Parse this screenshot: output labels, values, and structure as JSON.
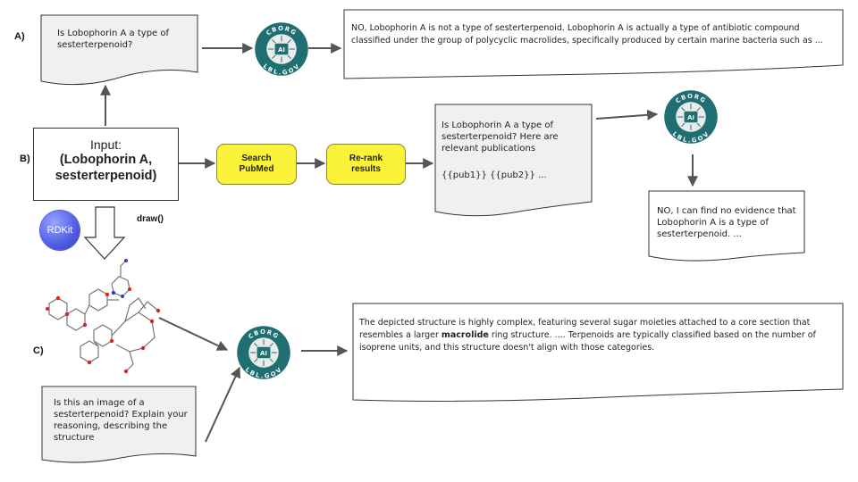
{
  "labels": {
    "a": "A)",
    "b": "B)",
    "c": "C)"
  },
  "row_a": {
    "question": "Is Lobophorin A a type of sesterterpenoid?",
    "response": "NO, Lobophorin A is not a type of sesterterpenoid. Lobophorin A is actually a type of antibiotic compound classified under the group of polycyclic macrolides, specifically produced by certain marine bacteria such as ..."
  },
  "row_b": {
    "input_title": "Input:",
    "input_line1": "(Lobophorin A,",
    "input_line2": "sesterterpenoid)",
    "search_label": "Search PubMed",
    "rerank_label": "Re-rank results",
    "prompt_text": "Is Lobophorin A a type of sesterterpenoid? Here are relevant publications",
    "prompt_pubs": "{{pub1}} {{pub2}} ...",
    "response": "NO, I can find no evidence that Lobophorin A is a type of sesterterpenoid. ..."
  },
  "row_c": {
    "rdkit_label": "RDKit",
    "draw_label": "draw()",
    "question": "Is this an image of a sesterterpenoid? Explain your reasoning, describing the structure",
    "response_before": "The depicted structure is highly complex, featuring several sugar moieties attached to a core section that resembles a larger ",
    "response_bold": "macrolide",
    "response_after": " ring structure. .... Terpenoids are typically classified based on the number of isoprene units, and this structure doesn't align with those categories."
  },
  "cborg_logo": {
    "top_text": "CBORG",
    "bottom_text": "LBL.GOV",
    "center_text": "AI"
  },
  "colors": {
    "pill_fill": "#fbf33a",
    "logo_teal": "#1f6e72",
    "logo_light": "#e9eceb",
    "rdkit_blue": "#5562e8",
    "doc_fill": "#f0f0f0",
    "arrow": "#555555"
  }
}
